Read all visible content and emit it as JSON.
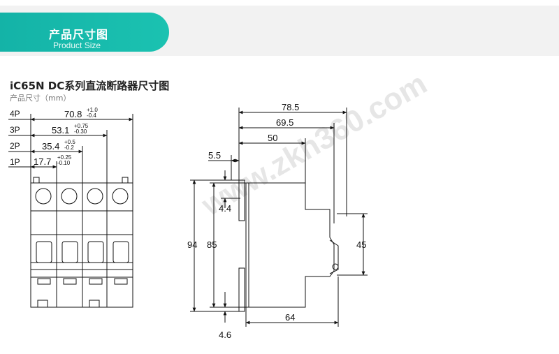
{
  "header": {
    "title_cn": "产品尺寸图",
    "title_en": "Product Size"
  },
  "section": {
    "title": "iC65N DC系列直流断路器尺寸图",
    "subtitle": "产品尺寸（mm）"
  },
  "front_view": {
    "poles": [
      {
        "label": "4P",
        "value": "70.8",
        "tol_upper": "+1.0",
        "tol_lower": "-0.4"
      },
      {
        "label": "3P",
        "value": "53.1",
        "tol_upper": "+0.75",
        "tol_lower": "-0.30"
      },
      {
        "label": "2P",
        "value": "35.4",
        "tol_upper": "+0.5",
        "tol_lower": "-0.2"
      },
      {
        "label": "1P",
        "value": "17.7",
        "tol_upper": "+0.25",
        "tol_lower": "-0.10"
      }
    ]
  },
  "side_view": {
    "dims": {
      "top_total": "78.5",
      "top_mid": "69.5",
      "top_short": "50",
      "clip": "5.5",
      "clip_height": "4.4",
      "height_total": "94",
      "height_inner": "85",
      "right_height": "45",
      "bottom_width": "64",
      "bottom_offset": "4.6"
    }
  },
  "watermark": "www.zkh360.com",
  "colors": {
    "accent": "#14b3a7",
    "banner_bg": "#f2f2f2",
    "line": "#111111"
  }
}
